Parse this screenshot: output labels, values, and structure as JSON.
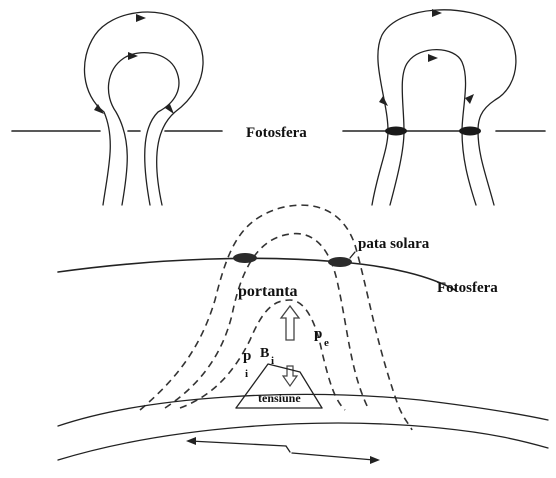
{
  "labels": {
    "fotosfera_top": "Fotosfera",
    "pata_solara": "pata solara",
    "fotosfera_bottom": "Fotosfera",
    "portanta": "portanta",
    "p_e_main": "p",
    "p_e_sub": "e",
    "p_i_main": "p",
    "p_i_sub": "i",
    "b_i_main": "B",
    "b_i_sub": "i",
    "tensiune": "tensiune"
  }
}
